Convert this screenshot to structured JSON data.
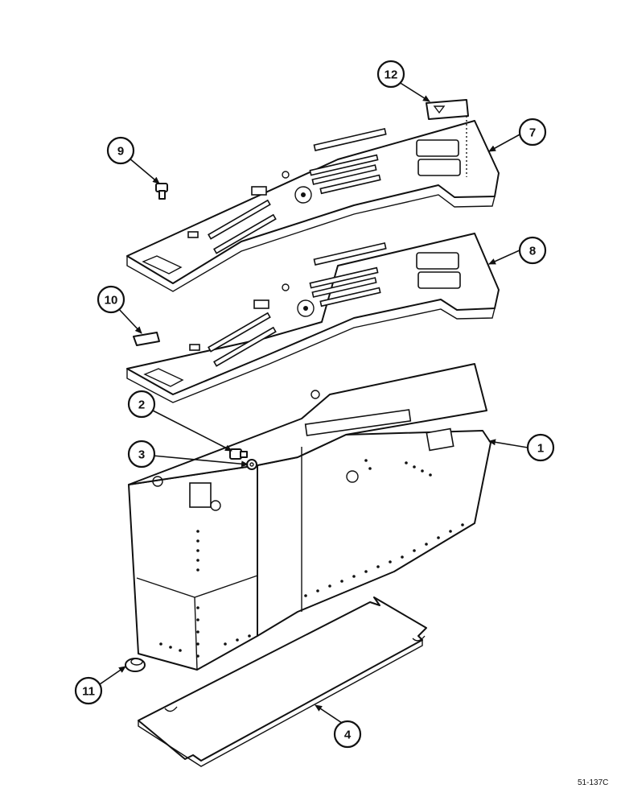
{
  "callouts": [
    {
      "label": "1"
    },
    {
      "label": "2"
    },
    {
      "label": "3"
    },
    {
      "label": "4"
    },
    {
      "label": "7"
    },
    {
      "label": "8"
    },
    {
      "label": "9"
    },
    {
      "label": "10"
    },
    {
      "label": "11"
    },
    {
      "label": "12"
    }
  ],
  "drawing_code": "51-137C"
}
